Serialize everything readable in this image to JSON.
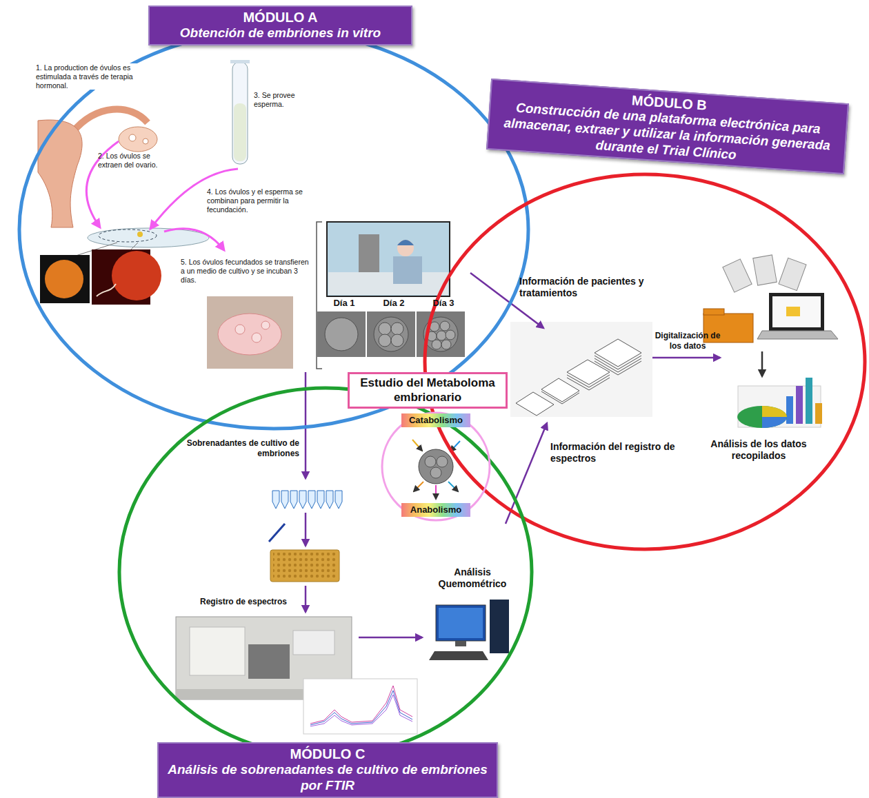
{
  "diagram": {
    "nodes": [
      {
        "text": [
          "MÓDULO A",
          "Obtención de embriones in vitro"
        ]
      },
      {
        "text": [
          "MÓDULO B",
          "Construcción de una plataforma electrónica para almacenar, extraer y utilizar la información generada durante el Trial Clínico"
        ]
      },
      {
        "text": [
          "MÓDULO C",
          "Análisis de sobrenadantes de cultivo de embriones por FTIR"
        ]
      },
      {
        "text": [
          "Estudio del Metaboloma embrionario"
        ]
      },
      {
        "text": [
          "Catabolismo",
          "Anabolismo"
        ]
      }
    ],
    "labels": [
      "1. La production de óvulos es estimulada a través de terapia hormonal.",
      "2. Los óvulos se extraen del ovario.",
      "3. Se provee esperma.",
      "4. Los óvulos y el esperma se combinan para permitir la fecundación.",
      "5. Los óvulos fecundados se transfieren a un medio de cultivo y se incuban 3 días.",
      "Día 1",
      "Día 2",
      "Día 3",
      "Información de pacientes y tratamientos",
      "Digitalización de los datos",
      "Análisis de los datos recopilados",
      "Información del registro de espectros",
      "Sobrenadantes de cultivo de embriones",
      "Registro de espectros",
      "Análisis Quemométrico"
    ]
  }
}
